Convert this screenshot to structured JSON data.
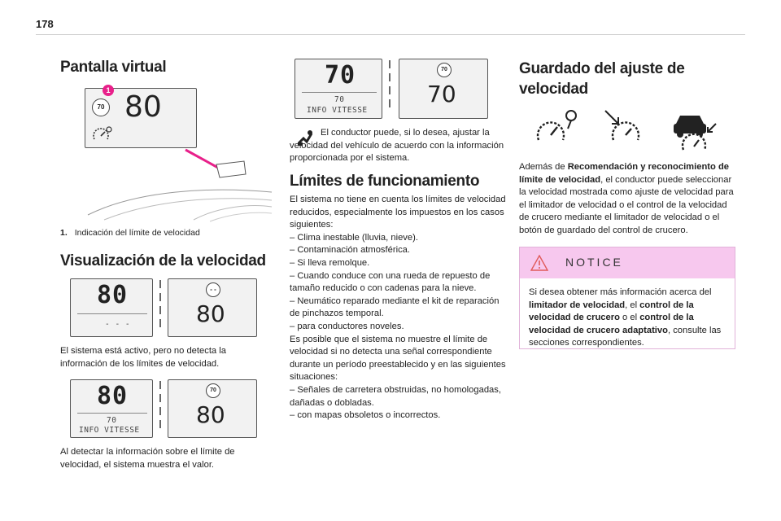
{
  "page": {
    "number": "178"
  },
  "col1": {
    "heading1": "Pantalla virtual",
    "figure1": {
      "speed": "80",
      "limit_sign": "70",
      "callout": "1"
    },
    "caption": {
      "num": "1.",
      "text": "Indicación del límite de velocidad"
    },
    "heading2": "Visualización de la velocidad",
    "figure2": {
      "left_speed": "80",
      "left_sub": "- - -",
      "right_sign": "- -",
      "right_speed": "80"
    },
    "para2": "El sistema está activo, pero no detecta la información de los límites de velocidad.",
    "figure3": {
      "left_speed": "80",
      "left_sub_num": "70",
      "left_sub_text": "INFO VITESSE",
      "right_sign": "70",
      "right_speed": "80"
    },
    "para3": "Al detectar la información sobre el límite de velocidad, el sistema muestra el valor."
  },
  "col2": {
    "figure4": {
      "left_speed": "70",
      "left_sub_num": "70",
      "left_sub_text": "INFO VITESSE",
      "right_sign": "70",
      "right_speed": "70"
    },
    "para1": "El conductor puede, si lo desea, ajustar la velocidad del vehículo de acuerdo con la información proporcionada por el sistema.",
    "heading": "Límites de funcionamiento",
    "intro": "El sistema no tiene en cuenta los límites de velocidad reducidos, especialmente los impuestos en los casos siguientes:",
    "list1": [
      "–  Clima inestable (lluvia, nieve).",
      "–  Contaminación atmosférica.",
      "–  Si lleva remolque.",
      "–  Cuando conduce con una rueda de repuesto de tamaño reducido o con cadenas para la nieve.",
      "–  Neumático reparado mediante el kit de reparación de pinchazos temporal.",
      "–  para conductores noveles."
    ],
    "mid": "Es posible que el sistema no muestre el límite de velocidad si no detecta una señal correspondiente durante un período preestablecido y en las siguientes situaciones:",
    "list2": [
      "–  Señales de carretera obstruidas, no homologadas, dañadas o dobladas.",
      "–  con mapas obsoletos o incorrectos."
    ]
  },
  "col3": {
    "heading": "Guardado del ajuste de velocidad",
    "para": {
      "t1": "Además de ",
      "b1": "Recomendación y reconocimiento de límite de velocidad",
      "t2": ", el conductor puede seleccionar la velocidad mostrada como ajuste de velocidad para el limitador de velocidad o el control de la velocidad de crucero mediante el limitador de velocidad o el botón de guardado del control de crucero."
    },
    "notice": {
      "title": "NOTICE",
      "t1": "Si desea obtener más información acerca del ",
      "b1": "limitador de velocidad",
      "t2": ", el ",
      "b2": "control de la velocidad de crucero",
      "t3": " o el ",
      "b3": "control de la velocidad de crucero adaptativo",
      "t4": ", consulte las secciones correspondientes."
    }
  },
  "colors": {
    "notice_bg": "#f7c8ee",
    "notice_border": "#e1b3d9",
    "callout": "#e8208a"
  }
}
